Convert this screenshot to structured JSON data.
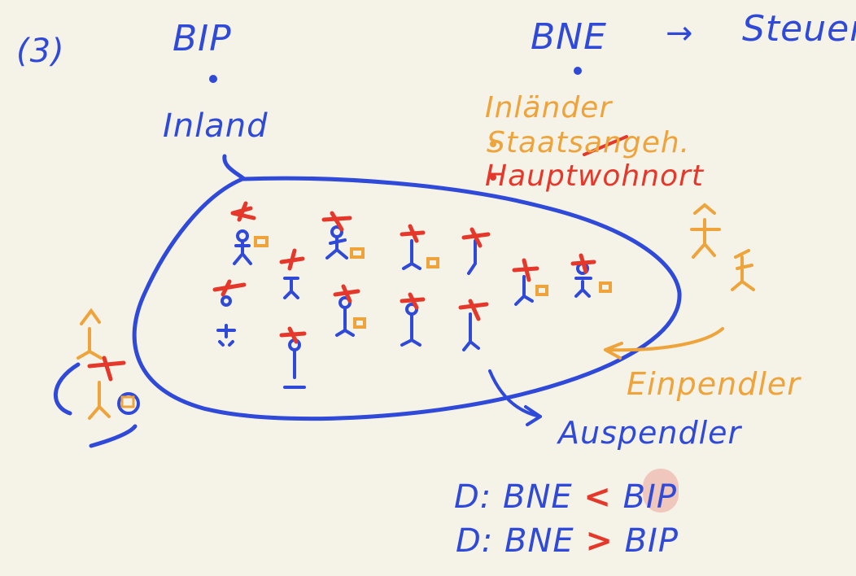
{
  "notes": {
    "label": "(3)",
    "bip": "BIP",
    "bne": "BNE",
    "arrow": "→",
    "steuer": "Steuer",
    "inland": "Inländer",
    "staat": "Staatsangeh.",
    "haupt": "Hauptwohnort",
    "land": "Inland",
    "einpend": "Einpendler",
    "auspend": "Auspendler",
    "relation1": {
      "left": "D:",
      "a": "BNE",
      "sign": "<",
      "b": "BIP"
    },
    "relation2": {
      "left": "D:",
      "a": "BNE",
      "sign": ">",
      "b": "BIP"
    }
  },
  "colors": {
    "background": "#f5f2e8",
    "blue": "#2f49d8",
    "orange": "#eea43a",
    "red": "#e5372a"
  }
}
